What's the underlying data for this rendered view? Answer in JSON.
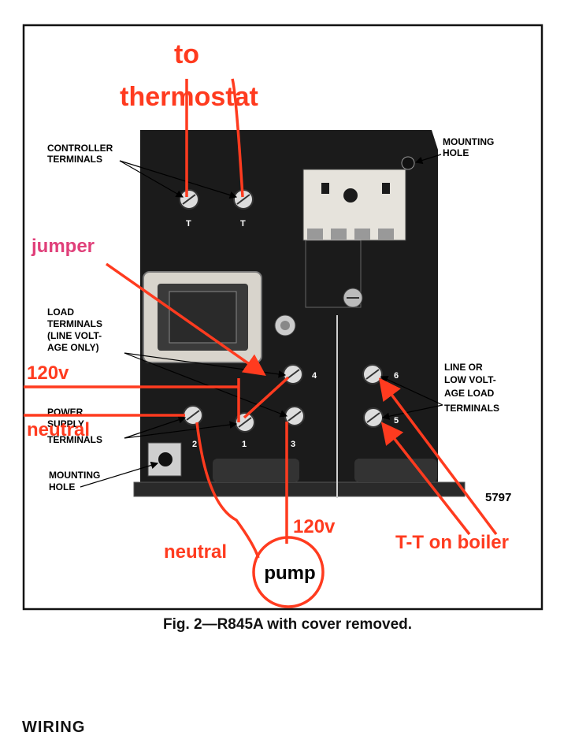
{
  "figure": {
    "printed_labels": {
      "controller_terminals_1": "CONTROLLER",
      "controller_terminals_2": "TERMINALS",
      "mounting_hole_top_1": "MOUNTING",
      "mounting_hole_top_2": "HOLE",
      "load_terminals_1": "LOAD",
      "load_terminals_2": "TERMINALS",
      "load_terminals_3": "(LINE VOLT-",
      "load_terminals_4": "AGE ONLY)",
      "power_terminals_1": "POWER",
      "power_terminals_2": "SUPPLY",
      "power_terminals_3": "TERMINALS",
      "mounting_hole_bottom_1": "MOUNTING",
      "mounting_hole_bottom_2": "HOLE",
      "line_low_1": "LINE OR",
      "line_low_2": "LOW VOLT-",
      "line_low_3": "AGE LOAD",
      "line_low_4": "TERMINALS",
      "figure_number": "5797"
    },
    "terminal_numbers": {
      "t_left": "T",
      "t_right": "T",
      "t1": "1",
      "t2": "2",
      "t3": "3",
      "t4": "4",
      "t5": "5",
      "t6": "6"
    },
    "annotations": {
      "to_line_1": "to",
      "to_line_2": "thermostat",
      "jumper": "jumper",
      "v120_left": "120v",
      "neutral_left": "neutral",
      "v120_bottom": "120v",
      "neutral_bottom": "neutral",
      "pump": "pump",
      "tt_boiler": "T-T on boiler"
    },
    "colors": {
      "annotation": "#ff3b1f",
      "jumper_label": "#e0407a",
      "panel": "#1b1b1b"
    }
  },
  "caption": "Fig. 2—R845A with cover removed.",
  "section_heading": "WIRING"
}
